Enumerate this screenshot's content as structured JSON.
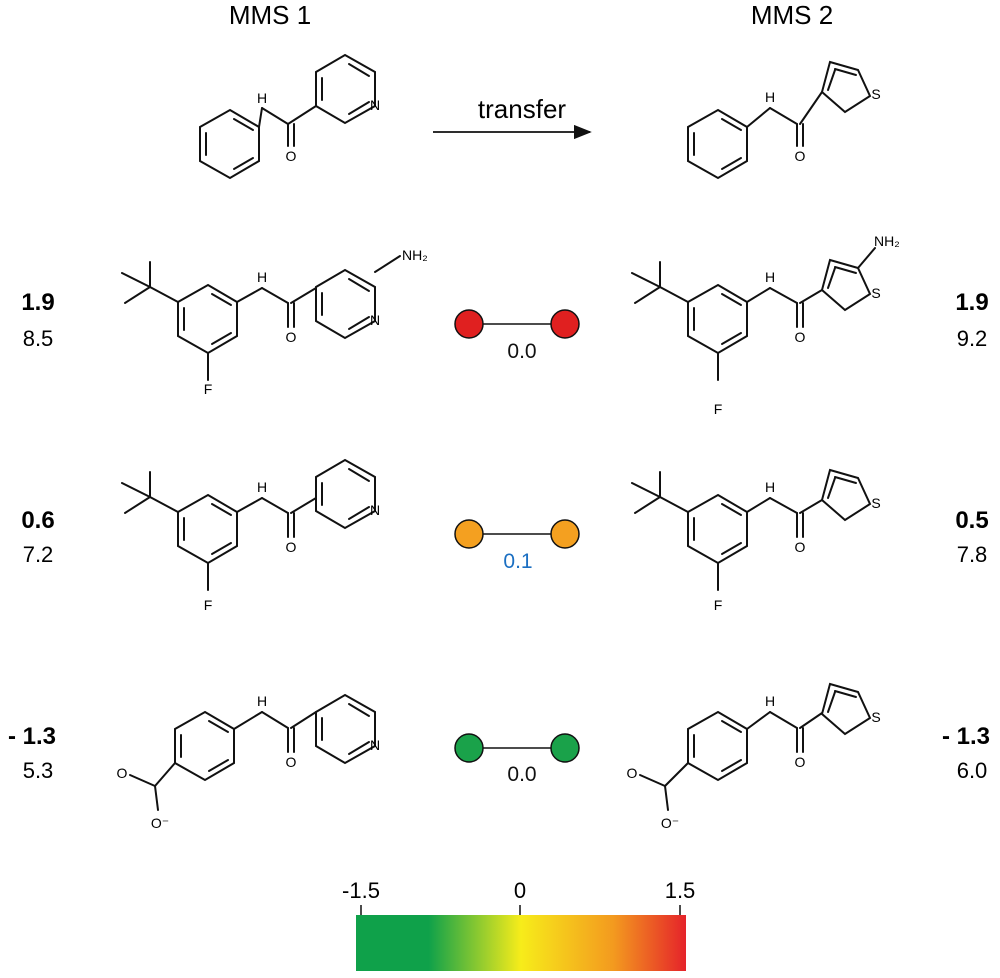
{
  "header": {
    "left": "MMS 1",
    "right": "MMS 2"
  },
  "arrow_label": "transfer",
  "atoms": {
    "nh": "H",
    "n": "N",
    "o": "O",
    "s": "S",
    "f": "F",
    "nh2": "NH₂",
    "o_minus": "O⁻"
  },
  "pairs": [
    {
      "left_bold": "1.9",
      "left_value": "8.5",
      "right_bold": "1.9",
      "right_value": "9.2",
      "delta": "0.0",
      "node_color": "#e02020",
      "delta_color": "#111111"
    },
    {
      "left_bold": "0.6",
      "left_value": "7.2",
      "right_bold": "0.5",
      "right_value": "7.8",
      "delta": "0.1",
      "node_color": "#f4a020",
      "delta_color": "#1b6fc2"
    },
    {
      "left_bold": "- 1.3",
      "left_value": "5.3",
      "right_bold": "- 1.3",
      "right_value": "6.0",
      "delta": "0.0",
      "node_color": "#1aa24a",
      "delta_color": "#111111"
    }
  ],
  "colorbar": {
    "ticks": [
      "-1.5",
      "0",
      "1.5"
    ],
    "colors": {
      "low": "#0fa14a",
      "mid": "#f7ec1a",
      "high": "#e5232a"
    }
  }
}
